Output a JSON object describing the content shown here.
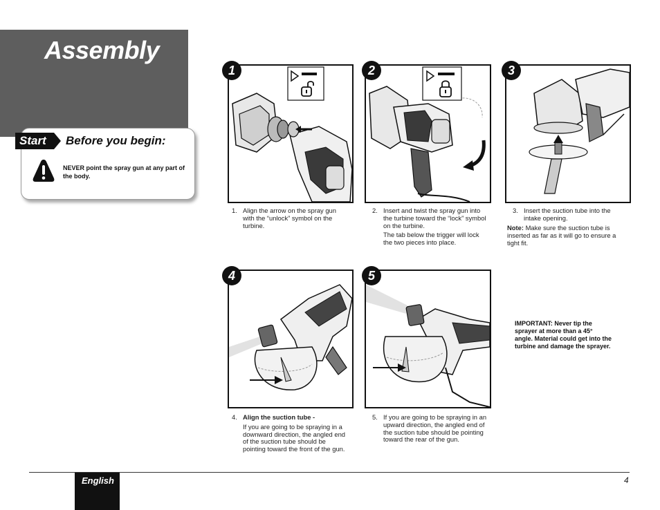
{
  "header": {
    "title": "Assembly"
  },
  "intro": {
    "start_label": "Start",
    "title": "Before you begin:",
    "warning": "NEVER point the spray gun at any part of the body."
  },
  "steps": [
    {
      "number": "1",
      "index": "1.",
      "text": "Align the arrow on the spray gun with the “unlock” symbol on the turbine.",
      "lock_state": "unlocked"
    },
    {
      "number": "2",
      "index": "2.",
      "text": "Insert and twist the spray gun into the turbine toward the “lock” symbol on the turbine.",
      "extra": "The tab below the trigger will lock the two pieces into place.",
      "lock_state": "locked"
    },
    {
      "number": "3",
      "index": "3.",
      "text": "Insert the suction tube into the intake opening.",
      "note_label": "Note:",
      "note": "Make sure the suction tube is inserted as far as it will go to ensure a tight fit."
    },
    {
      "number": "4",
      "index": "4.",
      "title": "Align the suction tube -",
      "text": "If you are going to be spraying in a downward direction, the angled end of the suction tube should be pointing toward the front of the gun."
    },
    {
      "number": "5",
      "index": "5.",
      "text": "If you are going to be spraying in an upward direction, the angled end of the suction tube should be pointing toward the rear of the gun."
    }
  ],
  "important": "IMPORTANT: Never tip the sprayer at more than a 45° angle. Material could get into the turbine and damage the sprayer.",
  "footer": {
    "language": "English",
    "page": "4"
  },
  "icons": [
    "warning-icon",
    "unlock-icon",
    "lock-icon",
    "arrow-icon"
  ]
}
